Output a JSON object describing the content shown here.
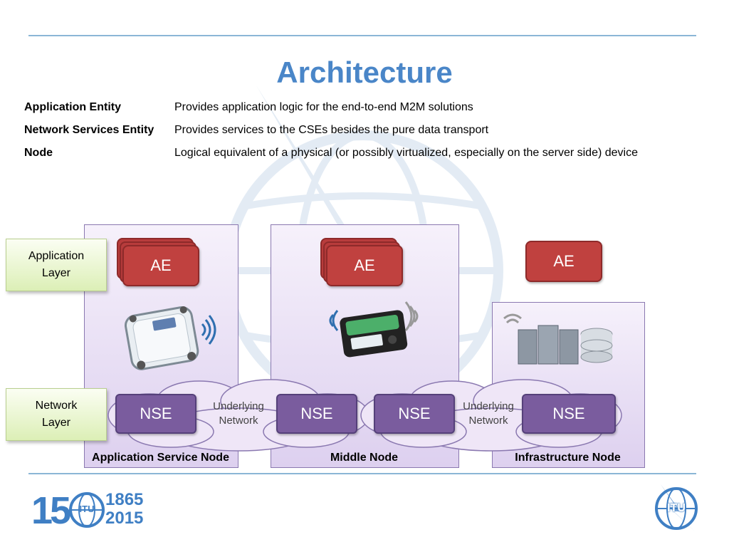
{
  "slide": {
    "title": "Architecture"
  },
  "definitions": [
    {
      "term": "Application Entity",
      "desc": "Provides application logic for the end-to-end M2M solutions"
    },
    {
      "term": "Network Services Entity",
      "desc": "Provides services to the CSEs besides the pure data transport"
    },
    {
      "term": "Node",
      "desc": "Logical equivalent of a physical (or possibly virtualized, especially on the server side) device"
    }
  ],
  "layers": {
    "application": "Application\nLayer",
    "network": "Network\nLayer"
  },
  "nodes": {
    "asn": {
      "label": "Application Service Node",
      "ae": "AE",
      "nse": "NSE"
    },
    "mn": {
      "label": "Middle Node",
      "ae": "AE",
      "nse_left": "NSE",
      "nse_right": "NSE"
    },
    "in": {
      "label": "Infrastructure Node",
      "ae": "AE",
      "nse": "NSE"
    }
  },
  "clouds": {
    "left": "Underlying\nNetwork",
    "right": "Underlying\nNetwork"
  },
  "footer": {
    "logo_number": "15",
    "logo_itu": "ITU",
    "logo_years_top": "1865",
    "logo_years_bottom": "2015",
    "corner_logo": "ITU"
  },
  "colors": {
    "title": "#4a86c8",
    "ae": "#c0413f",
    "nse": "#7a5c9e",
    "layer": "#dcefb6",
    "node": "#ddd0ef"
  }
}
